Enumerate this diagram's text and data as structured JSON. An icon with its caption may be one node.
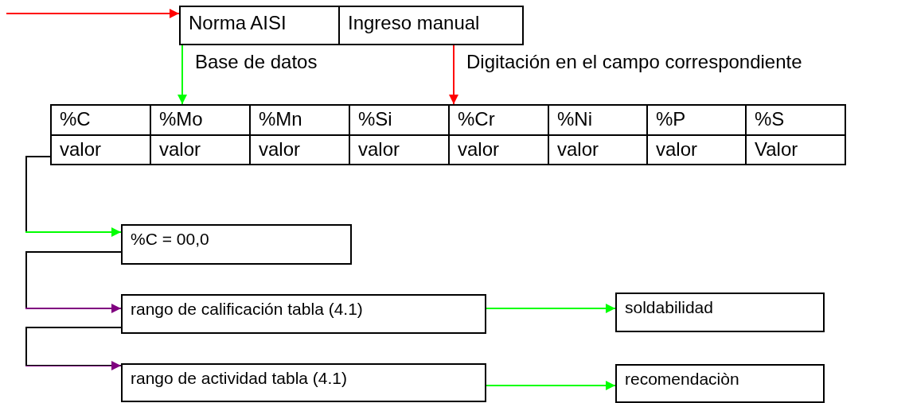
{
  "diagram": {
    "nodes": [
      {
        "text": [
          "Norma AISI"
        ]
      },
      {
        "text": [
          "Ingreso manual"
        ]
      },
      {
        "text": [
          "%C"
        ]
      },
      {
        "text": [
          "%Mo"
        ]
      },
      {
        "text": [
          "%Mn"
        ]
      },
      {
        "text": [
          "%Si"
        ]
      },
      {
        "text": [
          "%Cr"
        ]
      },
      {
        "text": [
          "%Ni"
        ]
      },
      {
        "text": [
          "%P"
        ]
      },
      {
        "text": [
          "%S"
        ]
      },
      {
        "text": [
          "valor"
        ]
      },
      {
        "text": [
          "valor"
        ]
      },
      {
        "text": [
          "valor"
        ]
      },
      {
        "text": [
          "valor"
        ]
      },
      {
        "text": [
          "valor"
        ]
      },
      {
        "text": [
          "valor"
        ]
      },
      {
        "text": [
          "valor"
        ]
      },
      {
        "text": [
          "Valor"
        ]
      },
      {
        "text": [
          "%C = 00,0"
        ]
      },
      {
        "text": [
          "rango de calificación tabla (4.1)"
        ]
      },
      {
        "text": [
          "soldabilidad"
        ]
      },
      {
        "text": [
          "rango de actividad  tabla (4.1)"
        ]
      },
      {
        "text": [
          "recomendaciòn"
        ]
      }
    ],
    "edges": [
      {
        "from": null,
        "to": 0,
        "arrow": "to",
        "color": "#ff0000"
      },
      {
        "from": 0,
        "to": 3,
        "arrow": "to",
        "label": "Base de datos",
        "color": "#00ff00"
      },
      {
        "from": 1,
        "to": 6,
        "arrow": "to",
        "label": "Digitación en el campo correspondiente",
        "color": "#ff0000"
      },
      {
        "from": 10,
        "to": 18,
        "arrow": "to",
        "color": "#00ff00"
      },
      {
        "from": 18,
        "to": 19,
        "arrow": "to",
        "color": "#800080"
      },
      {
        "from": 19,
        "to": 21,
        "arrow": "to",
        "color": "#800080"
      },
      {
        "from": 19,
        "to": 20,
        "arrow": "to",
        "color": "#00ff00"
      },
      {
        "from": 21,
        "to": 22,
        "arrow": "to",
        "color": "#00ff00"
      }
    ]
  }
}
